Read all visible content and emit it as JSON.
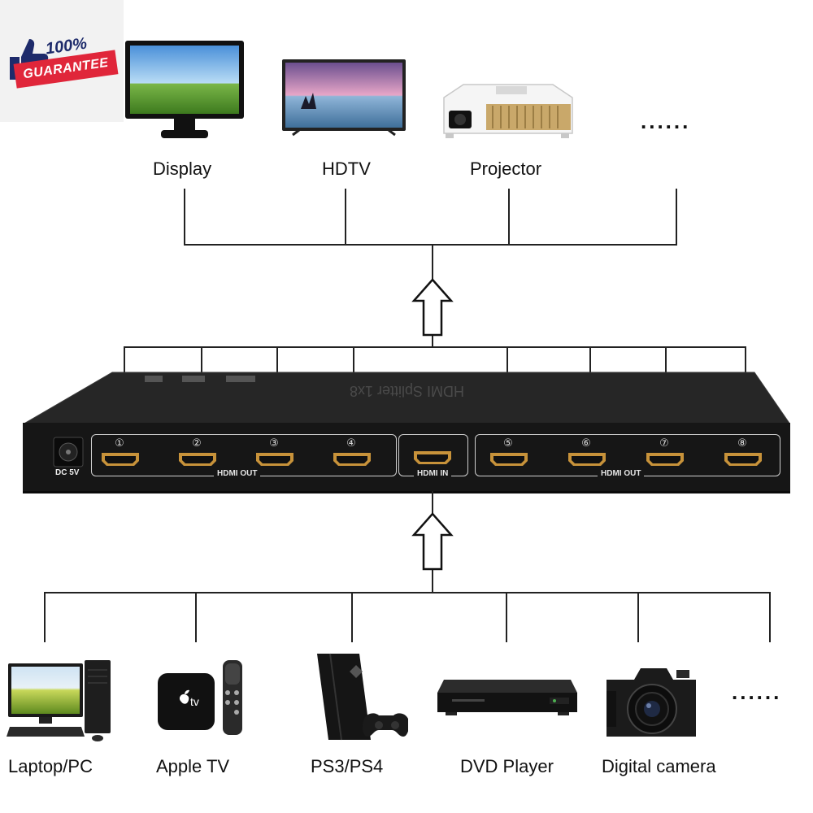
{
  "badge": {
    "percent": "100%",
    "ribbon": "GUARANTEE"
  },
  "outputs": {
    "devices": [
      {
        "label": "Display"
      },
      {
        "label": "HDTV"
      },
      {
        "label": "Projector"
      }
    ],
    "more": "......"
  },
  "splitter": {
    "power_label": "DC 5V",
    "top_marking": "HDMI Splitter 1x8",
    "out_group_label": "HDMI OUT",
    "in_label": "HDMI IN",
    "ports_left": [
      "①",
      "②",
      "③",
      "④"
    ],
    "ports_right": [
      "⑤",
      "⑥",
      "⑦",
      "⑧"
    ]
  },
  "sources": {
    "devices": [
      {
        "label": "Laptop/PC"
      },
      {
        "label": "Apple TV",
        "logo": "tv"
      },
      {
        "label": "PS3/PS4"
      },
      {
        "label": "DVD Player"
      },
      {
        "label": "Digital camera"
      }
    ],
    "more": "......"
  },
  "colors": {
    "ribbon": "#e0263a",
    "badge_text": "#1e2b6b",
    "device": "#161616",
    "line": "#222222"
  }
}
